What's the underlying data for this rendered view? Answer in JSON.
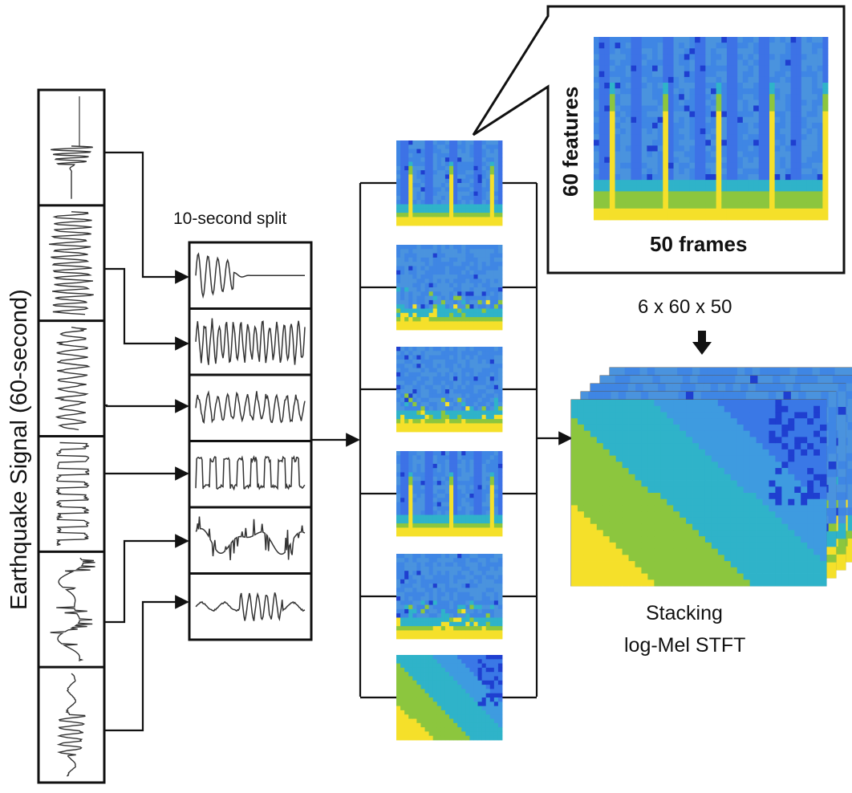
{
  "labels": {
    "signal_axis": "Earthquake Signal (60-second)",
    "split": "10-second split",
    "features": "60 features",
    "frames": "50 frames",
    "shape": "6 x 60 x 50",
    "stacking_line1": "Stacking",
    "stacking_line2": "log-Mel STFT"
  },
  "segments": [
    {
      "style": "decay"
    },
    {
      "style": "dense"
    },
    {
      "style": "medium"
    },
    {
      "style": "square"
    },
    {
      "style": "arcs"
    },
    {
      "style": "sparse"
    }
  ],
  "spectrograms": [
    {
      "pattern": "stripes"
    },
    {
      "pattern": "dots"
    },
    {
      "pattern": "dots"
    },
    {
      "pattern": "stripes"
    },
    {
      "pattern": "dots"
    },
    {
      "pattern": "gradient"
    }
  ],
  "colors": {
    "stroke": "#111111",
    "waveform": "#333333",
    "spec_blue": "#3a78e6",
    "spec_cyan": "#2fb3c9",
    "spec_green": "#8cc63e",
    "spec_yellow": "#f5e02a",
    "spec_dark": "#1f3fd0"
  }
}
